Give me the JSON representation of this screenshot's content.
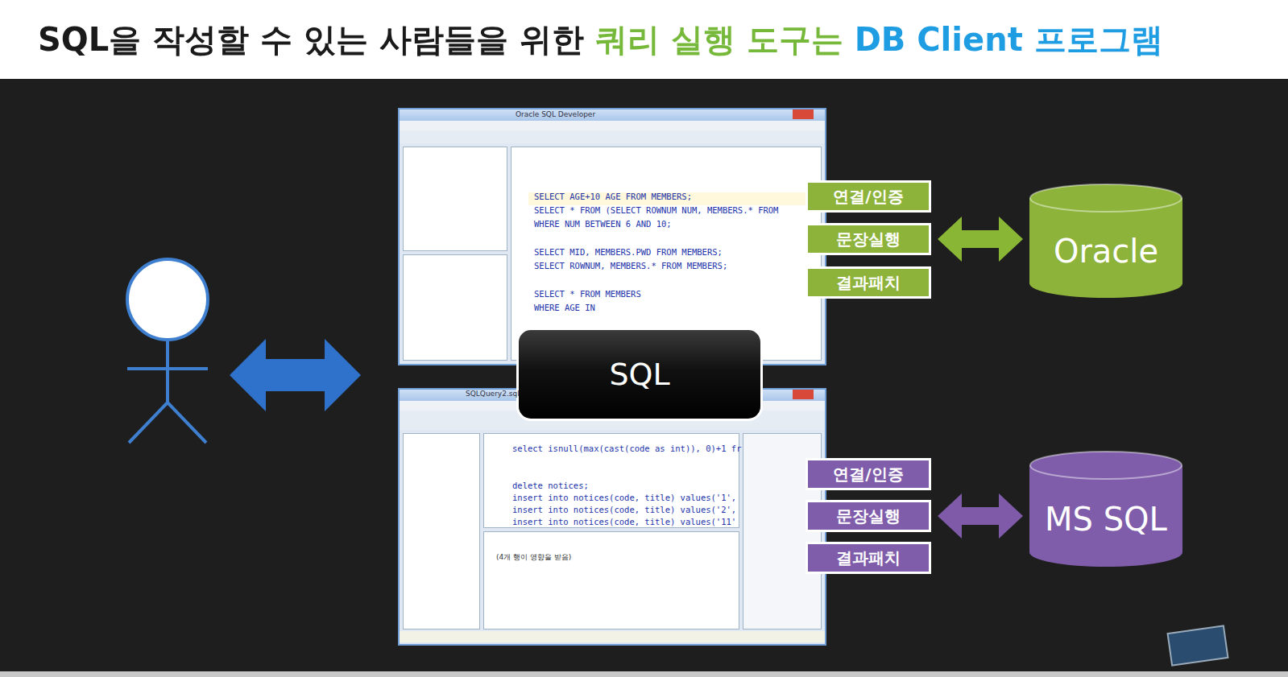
{
  "diagram": {
    "title": "SQL을 작성할 수 있는 사람들을 위한 쿼리 실행 도구는 DB Client 프로그램",
    "nodes": [
      {
        "text": [
          "연결/인증"
        ]
      },
      {
        "text": [
          "문장실행"
        ]
      },
      {
        "text": [
          "결과패치"
        ]
      },
      {
        "text": [
          "Oracle"
        ]
      },
      {
        "text": [
          "SQL"
        ]
      },
      {
        "text": [
          "연결/인증"
        ]
      },
      {
        "text": [
          "문장실행"
        ]
      },
      {
        "text": [
          "결과패치"
        ]
      },
      {
        "text": [
          "MS SQL"
        ]
      }
    ],
    "edges": [
      {
        "from": 1,
        "to": 3,
        "arrow": "both"
      },
      {
        "from": 6,
        "to": 8,
        "arrow": "both"
      }
    ],
    "labels": [
      "Oracle SQL Developer",
      "SELECT AGE+10 AGE FROM MEMBERS;",
      "SELECT * FROM (SELECT ROWNUM NUM, MEMBERS.* FROM",
      "WHERE NUM BETWEEN 6 AND 10;",
      "SELECT MID, MEMBERS.PWD FROM MEMBERS;",
      "SELECT ROWNUM, MEMBERS.* FROM MEMBERS;",
      "SELECT * FROM MEMBERS",
      "WHERE AGE IN",
      "SQLQuery2.sql",
      "select isnull(max(cast(code as int)), 0)+1 fr",
      "delete notices;",
      "insert into notices(code, title) values('1',",
      "insert into notices(code, title) values('2',",
      "insert into notices(code, title) values('11'",
      "(4개 행이 영향을 받음)"
    ]
  }
}
